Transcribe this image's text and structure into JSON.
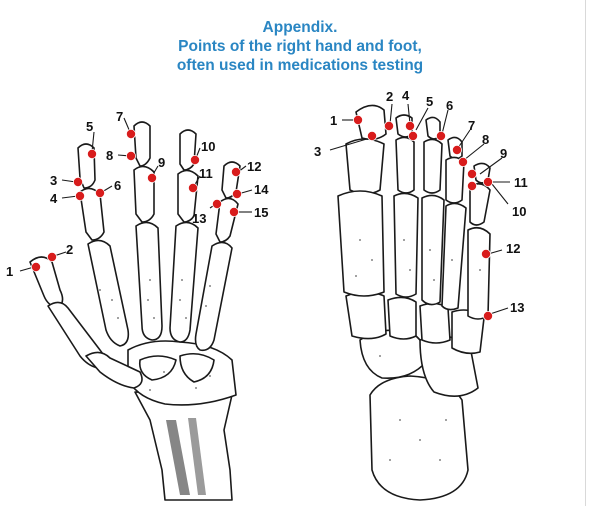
{
  "header": {
    "line1": "Appendix.",
    "line2": "Points of the right hand and foot,",
    "line3": "often used in medications testing"
  },
  "colors": {
    "title": "#2a86c3",
    "point": "#d81c1c",
    "ink": "#1a1a1a"
  },
  "hand": {
    "points": [
      {
        "label": "1"
      },
      {
        "label": "2"
      },
      {
        "label": "3"
      },
      {
        "label": "4"
      },
      {
        "label": "5"
      },
      {
        "label": "6"
      },
      {
        "label": "7"
      },
      {
        "label": "8"
      },
      {
        "label": "9"
      },
      {
        "label": "10"
      },
      {
        "label": "11"
      },
      {
        "label": "12"
      },
      {
        "label": "13"
      },
      {
        "label": "14"
      },
      {
        "label": "15"
      }
    ]
  },
  "foot": {
    "points": [
      {
        "label": "1"
      },
      {
        "label": "2"
      },
      {
        "label": "3"
      },
      {
        "label": "4"
      },
      {
        "label": "5"
      },
      {
        "label": "6"
      },
      {
        "label": "7"
      },
      {
        "label": "8"
      },
      {
        "label": "9"
      },
      {
        "label": "10"
      },
      {
        "label": "11"
      },
      {
        "label": "12"
      },
      {
        "label": "13"
      }
    ]
  }
}
